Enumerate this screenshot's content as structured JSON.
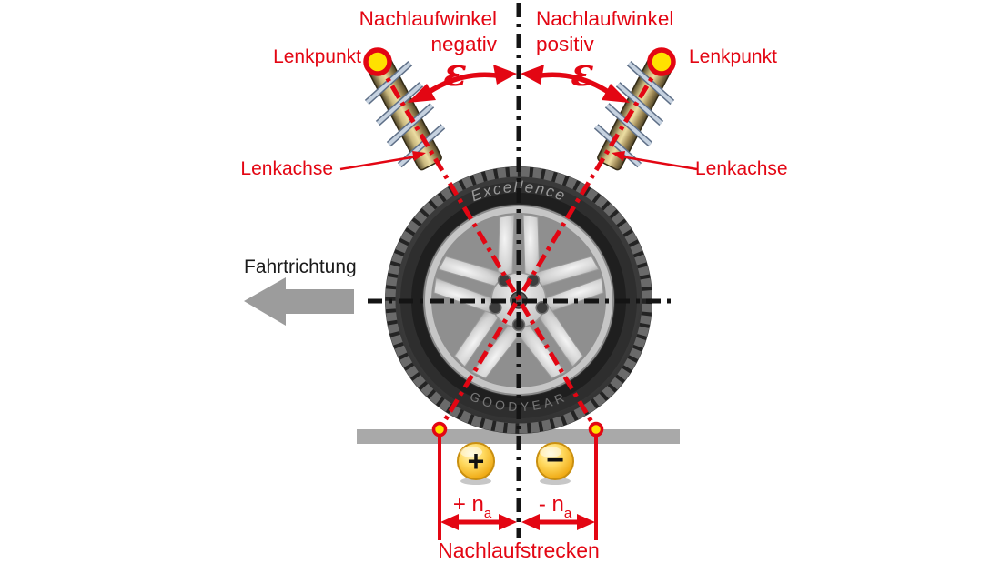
{
  "diagram_title": "Nachlaufwinkel (caster angle) diagram",
  "colors": {
    "accent_red": "#e30613",
    "line_black": "#141414",
    "direction_arrow_gray": "#9c9c9c",
    "ground_gray": "#a9a9a9",
    "marker_yellow": "#ffe100",
    "ball_gold": "#f0b429"
  },
  "titles": {
    "caster_negative_line1": "Nachlaufwinkel",
    "caster_negative_line2": "negativ",
    "caster_positive_line1": "Nachlaufwinkel",
    "caster_positive_line2": "positiv"
  },
  "symbols": {
    "epsilon_left": "ε",
    "epsilon_right": "ε",
    "plus": "+",
    "minus": "−"
  },
  "labels": {
    "steering_point_left": "Lenkpunkt",
    "steering_point_right": "Lenkpunkt",
    "steering_axis_left": "Lenkachse",
    "steering_axis_right": "Lenkachse",
    "driving_direction": "Fahrtrichtung",
    "trail_positive_prefix": "+ n",
    "trail_negative_prefix": "- n",
    "trail_subscript_left": "a",
    "trail_subscript_right": "a",
    "trail_distances": "Nachlaufstrecken"
  },
  "tire": {
    "brand_top": "Excellence",
    "brand_bottom": "GOODYEAR"
  }
}
